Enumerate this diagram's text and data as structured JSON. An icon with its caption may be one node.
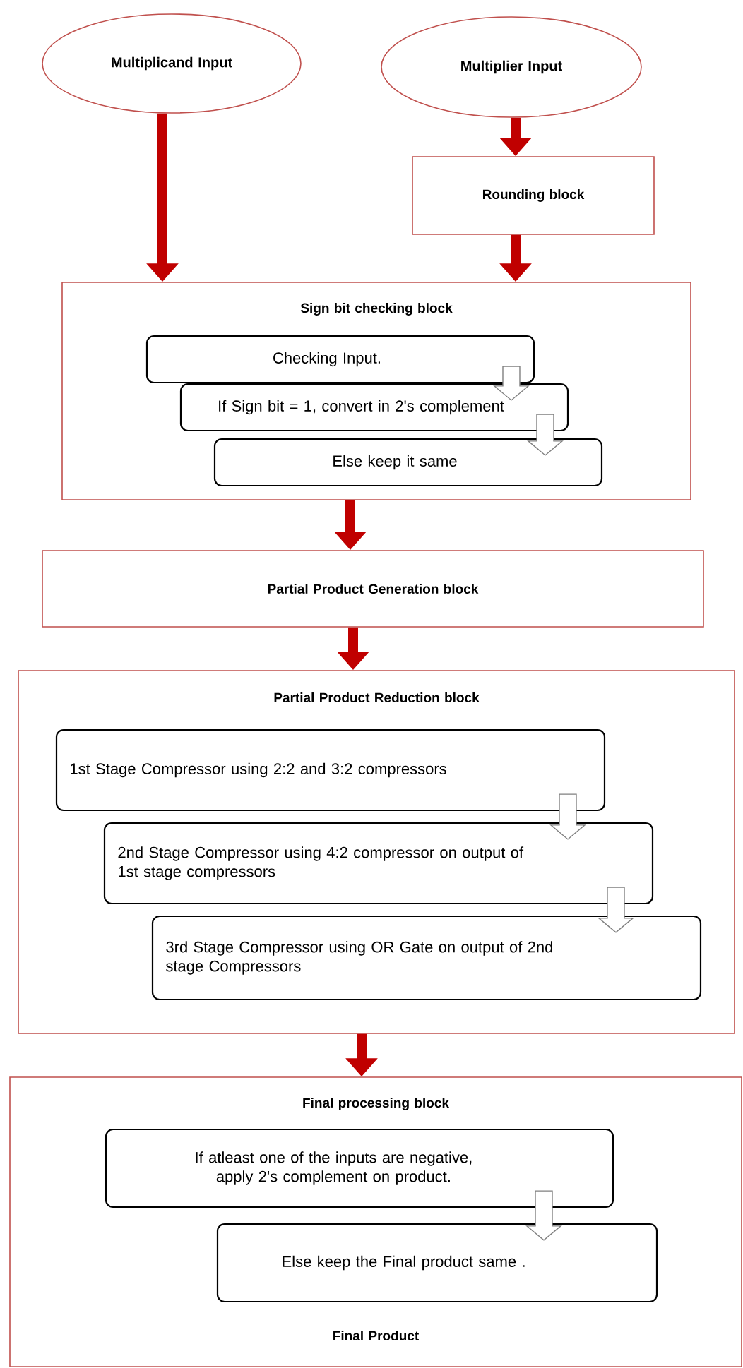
{
  "diagram": {
    "nodes": [
      {
        "text": [
          "Multiplicand Input"
        ]
      },
      {
        "text": [
          "Multiplier Input"
        ]
      },
      {
        "text": [
          "Rounding block"
        ]
      },
      {
        "text": [
          "Sign bit checking block"
        ]
      },
      {
        "text": [
          "Checking Input."
        ],
        "in": 3
      },
      {
        "text": [
          "If Sign bit  = 1, convert in 2's complement"
        ],
        "in": 3
      },
      {
        "text": [
          "Else keep it same"
        ],
        "in": 3
      },
      {
        "text": [
          "Partial Product Generation block"
        ]
      },
      {
        "text": [
          "Partial Product Reduction block"
        ]
      },
      {
        "text": [
          "1st Stage Compressor using 2:2 and 3:2 compressors"
        ],
        "in": 8
      },
      {
        "text": [
          "2nd Stage Compressor using 4:2 compressor on output of 1st stage compressors"
        ],
        "in": 8
      },
      {
        "text": [
          "3rd Stage Compressor using OR Gate on output of 2nd stage Compressors"
        ],
        "in": 8
      },
      {
        "text": [
          "Final processing block",
          "Final Product"
        ]
      },
      {
        "text": [
          "If atleast one of the inputs are negative, apply 2's complement on product."
        ],
        "in": 12
      },
      {
        "text": [
          "Else keep the Final product same ."
        ],
        "in": 12
      }
    ],
    "edges": [
      {
        "from": 0,
        "to": 3,
        "arrow": "to"
      },
      {
        "from": 1,
        "to": 2,
        "arrow": "to"
      },
      {
        "from": 2,
        "to": 3,
        "arrow": "to"
      },
      {
        "from": 4,
        "to": 5,
        "arrow": "to",
        "color": "#ffffff"
      },
      {
        "from": 5,
        "to": 6,
        "arrow": "to",
        "color": "#ffffff"
      },
      {
        "from": 3,
        "to": 7,
        "arrow": "to"
      },
      {
        "from": 7,
        "to": 8,
        "arrow": "to"
      },
      {
        "from": 9,
        "to": 10,
        "arrow": "to",
        "color": "#ffffff"
      },
      {
        "from": 10,
        "to": 11,
        "arrow": "to",
        "color": "#ffffff"
      },
      {
        "from": 8,
        "to": 12,
        "arrow": "to"
      },
      {
        "from": 13,
        "to": 14,
        "arrow": "to",
        "color": "#ffffff"
      }
    ]
  }
}
